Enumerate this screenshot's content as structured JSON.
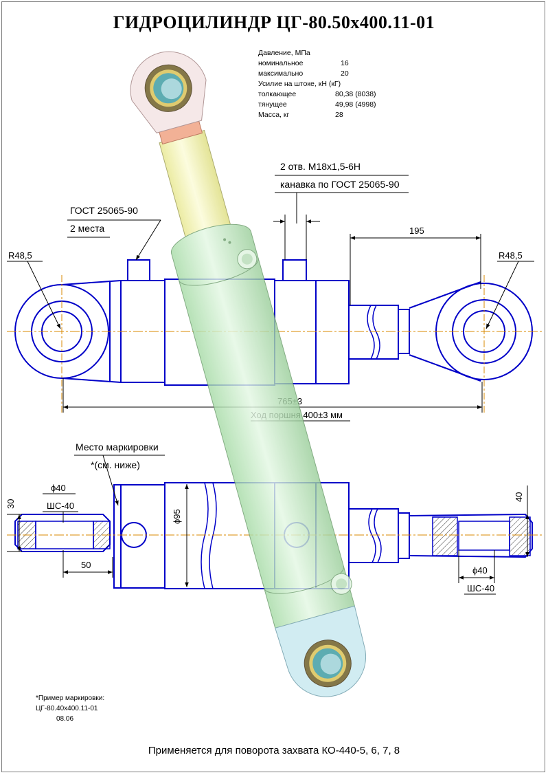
{
  "title": "ГИДРОЦИЛИНДР ЦГ-80.50х400.11-01",
  "specs": {
    "pressure_header": "Давление, МПа",
    "nominal_label": "номинальное",
    "nominal_value": "16",
    "max_label": "максимально",
    "max_value": "20",
    "force_header": "Усилие на штоке, кН (кГ)",
    "push_label": "толкающее",
    "push_value": "80,38 (8038)",
    "pull_label": "тянущее",
    "pull_value": "49,98 (4998)",
    "mass_label": "Масса, кг",
    "mass_value": "28"
  },
  "callouts": {
    "port_thread": "2 отв. M18x1,5-6H",
    "groove": "канавка по ГОСТ 25065-90",
    "gost": "ГОСТ 25065-90",
    "two_places": "2 места",
    "marking_place": "Место маркировки",
    "see_below": "*(см. ниже)"
  },
  "dimensions": {
    "radius_left": "R48,5",
    "radius_right": "R48,5",
    "d195": "195",
    "d765": "765±3",
    "stroke": "Ход поршня 400±3 мм",
    "d30": "30",
    "d40_left": "ϕ40",
    "sh40_left": "ШС-40",
    "d50": "50",
    "d95": "ϕ95",
    "d40_height": "40",
    "d40_right": "ϕ40",
    "sh40_right": "ШС-40"
  },
  "note": {
    "line1": "*Пример маркировки:",
    "line2": "ЦГ-80.40х400.11-01",
    "line3": "08.06"
  },
  "footer": "Применяется для поворота захвата  КО-440-5, 6, 7, 8",
  "colors": {
    "outline": "#0000c8",
    "centerline": "#d98a00",
    "cylinder_body": "#c8f0c8",
    "rod": "#f0f0a8",
    "eye_pink": "#f2dede",
    "eye_blue": "#c8e8f0",
    "bearing_teal": "#3a9aa0"
  },
  "icons": [
    "hydraulic-cylinder-3d-view",
    "cylinder-side-view-drawing",
    "cylinder-top-view-drawing"
  ]
}
